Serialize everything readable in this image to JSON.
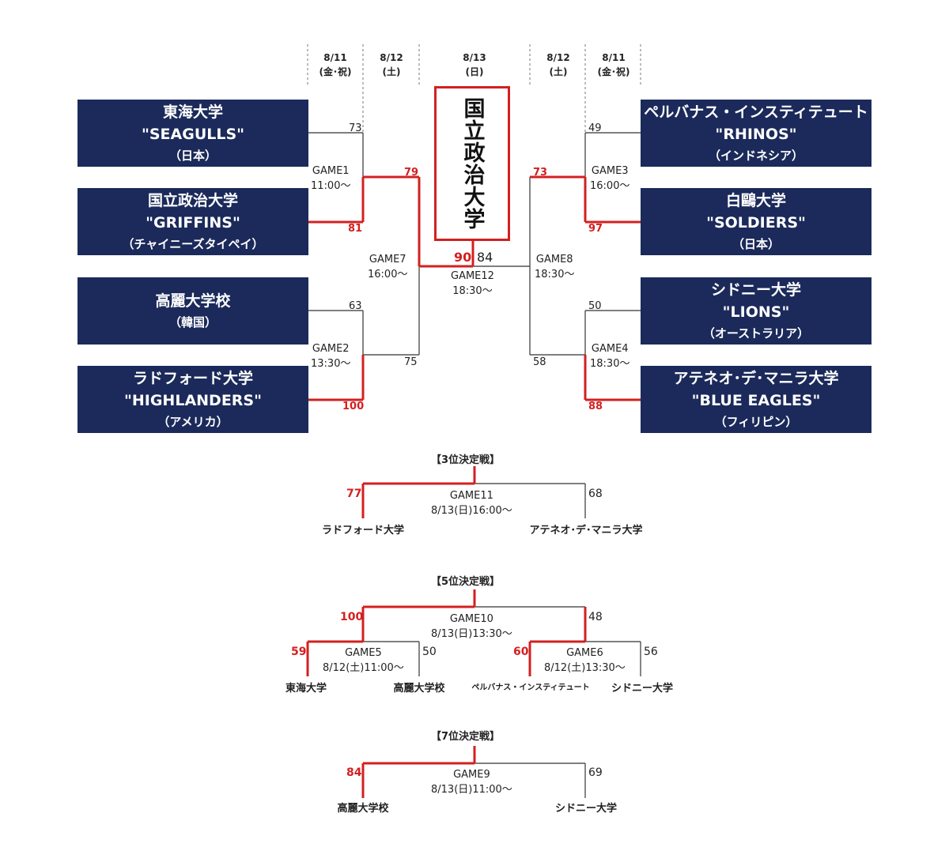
{
  "colors": {
    "team_box": "#1b2a5a",
    "winner_line": "#d32020",
    "loser_line": "#333333"
  },
  "dates": {
    "left_r1": {
      "date": "8/11",
      "day": "(金･祝)"
    },
    "left_r2": {
      "date": "8/12",
      "day": "(土)"
    },
    "final": {
      "date": "8/13",
      "day": "(日)"
    },
    "right_r2": {
      "date": "8/12",
      "day": "(土)"
    },
    "right_r1": {
      "date": "8/11",
      "day": "(金･祝)"
    }
  },
  "teams": [
    {
      "name": "東海大学",
      "nick": "\"SEAGULLS\"",
      "country": "（日本）"
    },
    {
      "name": "国立政治大学",
      "nick": "\"GRIFFINS\"",
      "country": "（チャイニーズタイペイ）"
    },
    {
      "name": "高麗大学校",
      "nick": "",
      "country": "（韓国）"
    },
    {
      "name": "ラドフォード大学",
      "nick": "\"HIGHLANDERS\"",
      "country": "（アメリカ）"
    },
    {
      "name": "ペルバナス・インスティテュート",
      "nick": "\"RHINOS\"",
      "country": "（インドネシア）"
    },
    {
      "name": "白鷗大学",
      "nick": "\"SOLDIERS\"",
      "country": "（日本）"
    },
    {
      "name": "シドニー大学",
      "nick": "\"LIONS\"",
      "country": "（オーストラリア）"
    },
    {
      "name": "アテネオ･デ･マニラ大学",
      "nick": "\"BLUE EAGLES\"",
      "country": "（フィリピン）"
    }
  ],
  "champion": "国立政治大学",
  "games": {
    "g1": {
      "label": "GAME1",
      "time": "11:00～",
      "top": "73",
      "bottom": "81"
    },
    "g2": {
      "label": "GAME2",
      "time": "13:30～",
      "top": "63",
      "bottom": "100"
    },
    "g3": {
      "label": "GAME3",
      "time": "16:00～",
      "top": "49",
      "bottom": "97"
    },
    "g4": {
      "label": "GAME4",
      "time": "18:30～",
      "top": "50",
      "bottom": "88"
    },
    "g7": {
      "label": "GAME7",
      "time": "16:00～",
      "top": "79",
      "bottom": "75"
    },
    "g8": {
      "label": "GAME8",
      "time": "18:30～",
      "top": "73",
      "bottom": "58"
    },
    "g12": {
      "label": "GAME12",
      "time": "18:30～",
      "left": "90",
      "right": "84"
    }
  },
  "third": {
    "title": "【3位決定戦】",
    "label": "GAME11",
    "time": "8/13(日)16:00～",
    "left_score": "77",
    "right_score": "68",
    "left_team": "ラドフォード大学",
    "right_team": "アテネオ･デ･マニラ大学"
  },
  "fifth": {
    "title": "【5位決定戦】",
    "label": "GAME10",
    "time": "8/13(日)13:30～",
    "left_score": "100",
    "right_score": "48",
    "g5": {
      "label": "GAME5",
      "time": "8/12(土)11:00～",
      "left_score": "59",
      "right_score": "50",
      "left_team": "東海大学",
      "right_team": "高麗大学校"
    },
    "g6": {
      "label": "GAME6",
      "time": "8/12(土)13:30～",
      "left_score": "60",
      "right_score": "56",
      "left_team": "ペルバナス・インスティテュート",
      "right_team": "シドニー大学"
    }
  },
  "seventh": {
    "title": "【7位決定戦】",
    "label": "GAME9",
    "time": "8/13(日)11:00～",
    "left_score": "84",
    "right_score": "69",
    "left_team": "高麗大学校",
    "right_team": "シドニー大学"
  }
}
